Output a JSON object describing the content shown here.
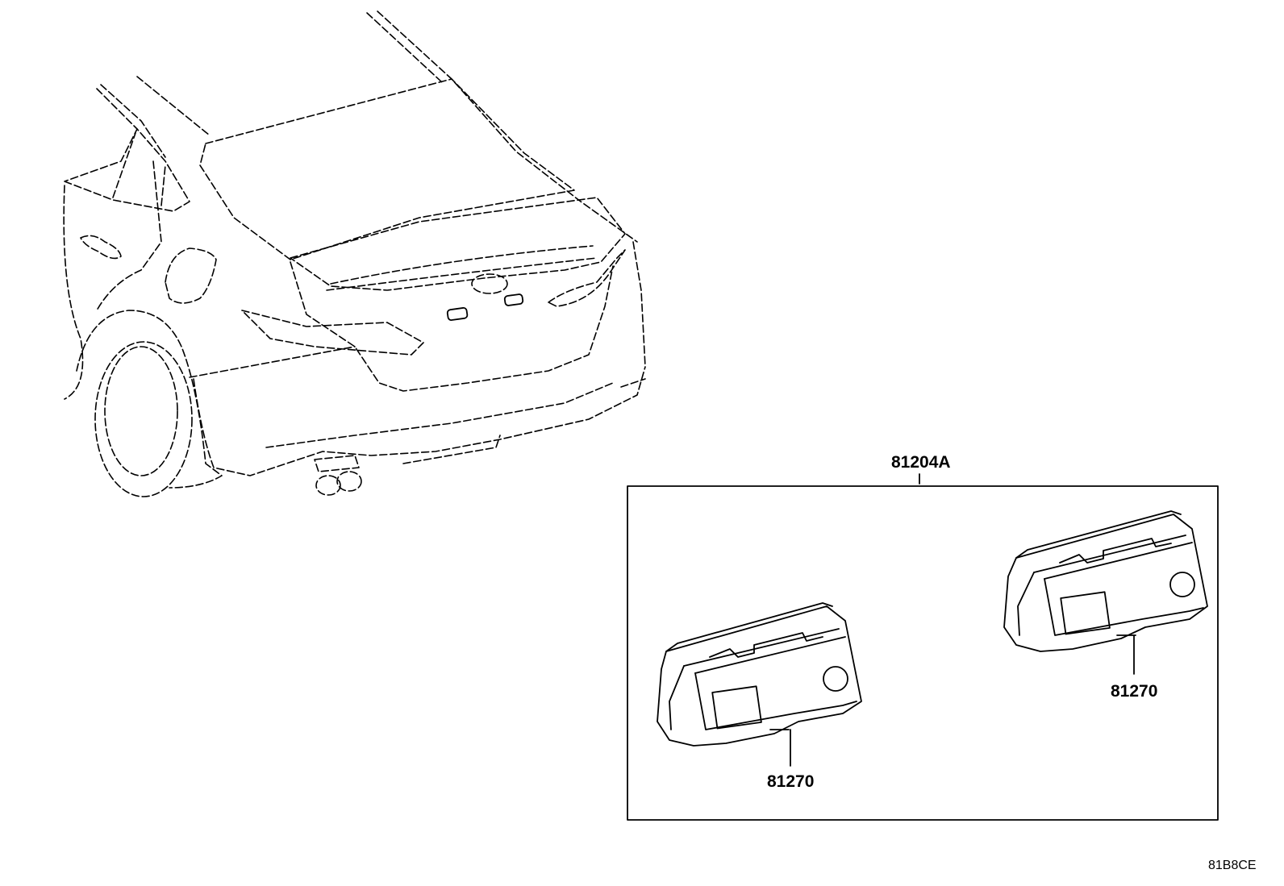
{
  "diagram": {
    "assembly": {
      "part_number": "81204A"
    },
    "components": [
      {
        "part_number": "81270"
      },
      {
        "part_number": "81270"
      }
    ],
    "figure_code": "81B8CE"
  }
}
